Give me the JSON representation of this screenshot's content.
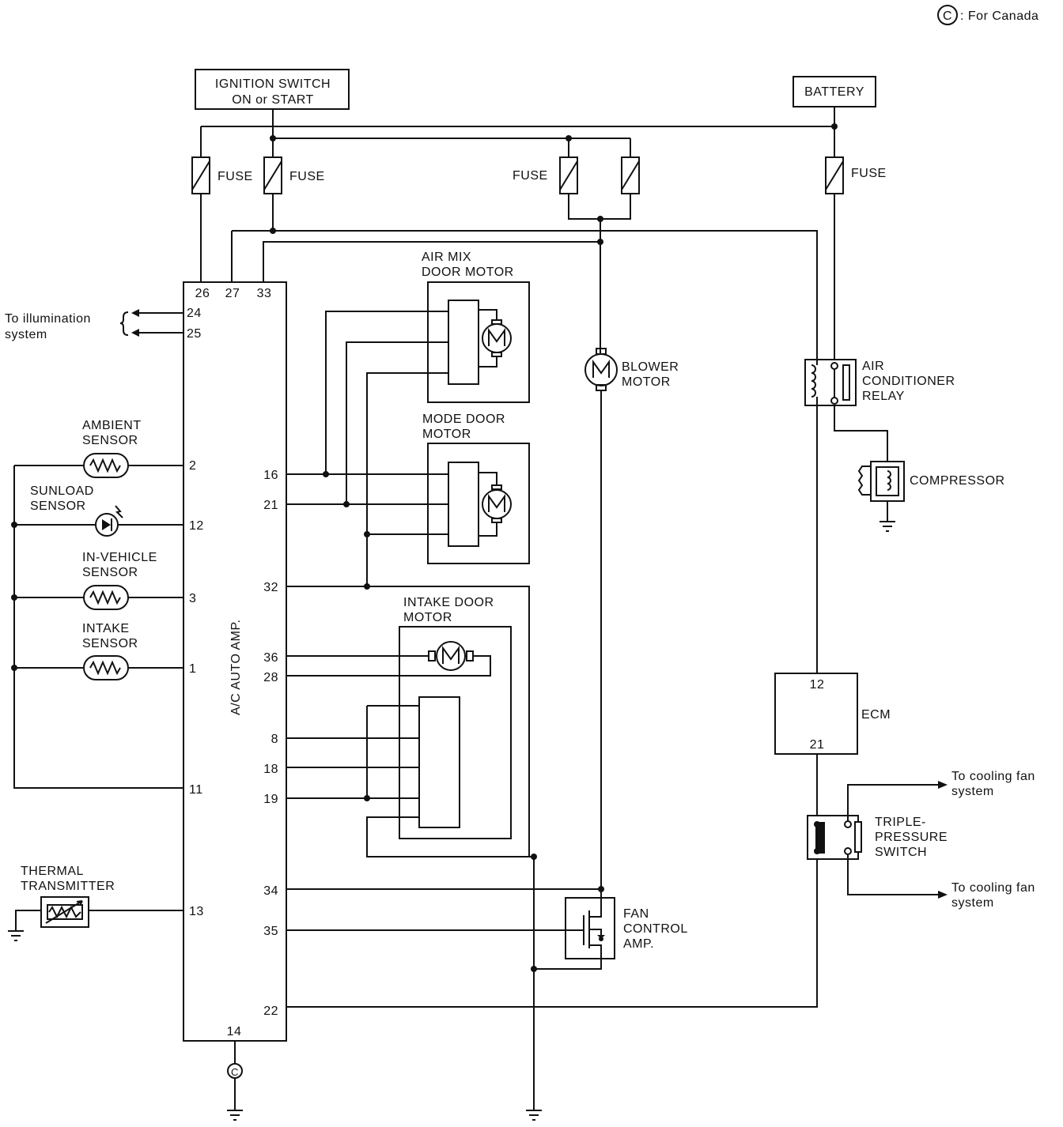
{
  "legend": {
    "symbol": "C",
    "text": ": For Canada"
  },
  "ignition_switch": {
    "line1": "IGNITION SWITCH",
    "line2": "ON or START"
  },
  "battery": {
    "label": "BATTERY"
  },
  "fuse_label": "FUSE",
  "amp": {
    "name": "A/C AUTO AMP.",
    "pins": {
      "p26": "26",
      "p27": "27",
      "p33": "33",
      "p24": "24",
      "p25": "25",
      "p2": "2",
      "p12": "12",
      "p3": "3",
      "p1": "1",
      "p11": "11",
      "p13": "13",
      "p14": "14",
      "p16": "16",
      "p21": "21",
      "p32": "32",
      "p36": "36",
      "p28": "28",
      "p8": "8",
      "p18": "18",
      "p19": "19",
      "p34": "34",
      "p35": "35",
      "p22": "22"
    }
  },
  "illumination": {
    "line1": "To illumination",
    "line2": "system"
  },
  "sensors": {
    "ambient": {
      "line1": "AMBIENT",
      "line2": "SENSOR"
    },
    "sunload": {
      "line1": "SUNLOAD",
      "line2": "SENSOR"
    },
    "in_vehicle": {
      "line1": "IN-VEHICLE",
      "line2": "SENSOR"
    },
    "intake": {
      "line1": "INTAKE",
      "line2": "SENSOR"
    },
    "thermal": {
      "line1": "THERMAL",
      "line2": "TRANSMITTER"
    }
  },
  "motors": {
    "air_mix": {
      "line1": "AIR MIX",
      "line2": "DOOR MOTOR"
    },
    "mode": {
      "line1": "MODE DOOR",
      "line2": "MOTOR"
    },
    "intake": {
      "line1": "INTAKE DOOR",
      "line2": "MOTOR"
    },
    "blower": {
      "line1": "BLOWER",
      "line2": "MOTOR"
    }
  },
  "fan_control": {
    "line1": "FAN",
    "line2": "CONTROL",
    "line3": "AMP."
  },
  "relay": {
    "line1": "AIR",
    "line2": "CONDITIONER",
    "line3": "RELAY"
  },
  "compressor": {
    "label": "COMPRESSOR"
  },
  "ecm": {
    "label": "ECM",
    "pin12": "12",
    "pin21": "21"
  },
  "triple_switch": {
    "line1": "TRIPLE-",
    "line2": "PRESSURE",
    "line3": "SWITCH"
  },
  "cooling_fan_1": {
    "line1": "To cooling fan",
    "line2": "system"
  },
  "cooling_fan_2": {
    "line1": "To cooling fan",
    "line2": "system"
  },
  "canada_mark": "C"
}
